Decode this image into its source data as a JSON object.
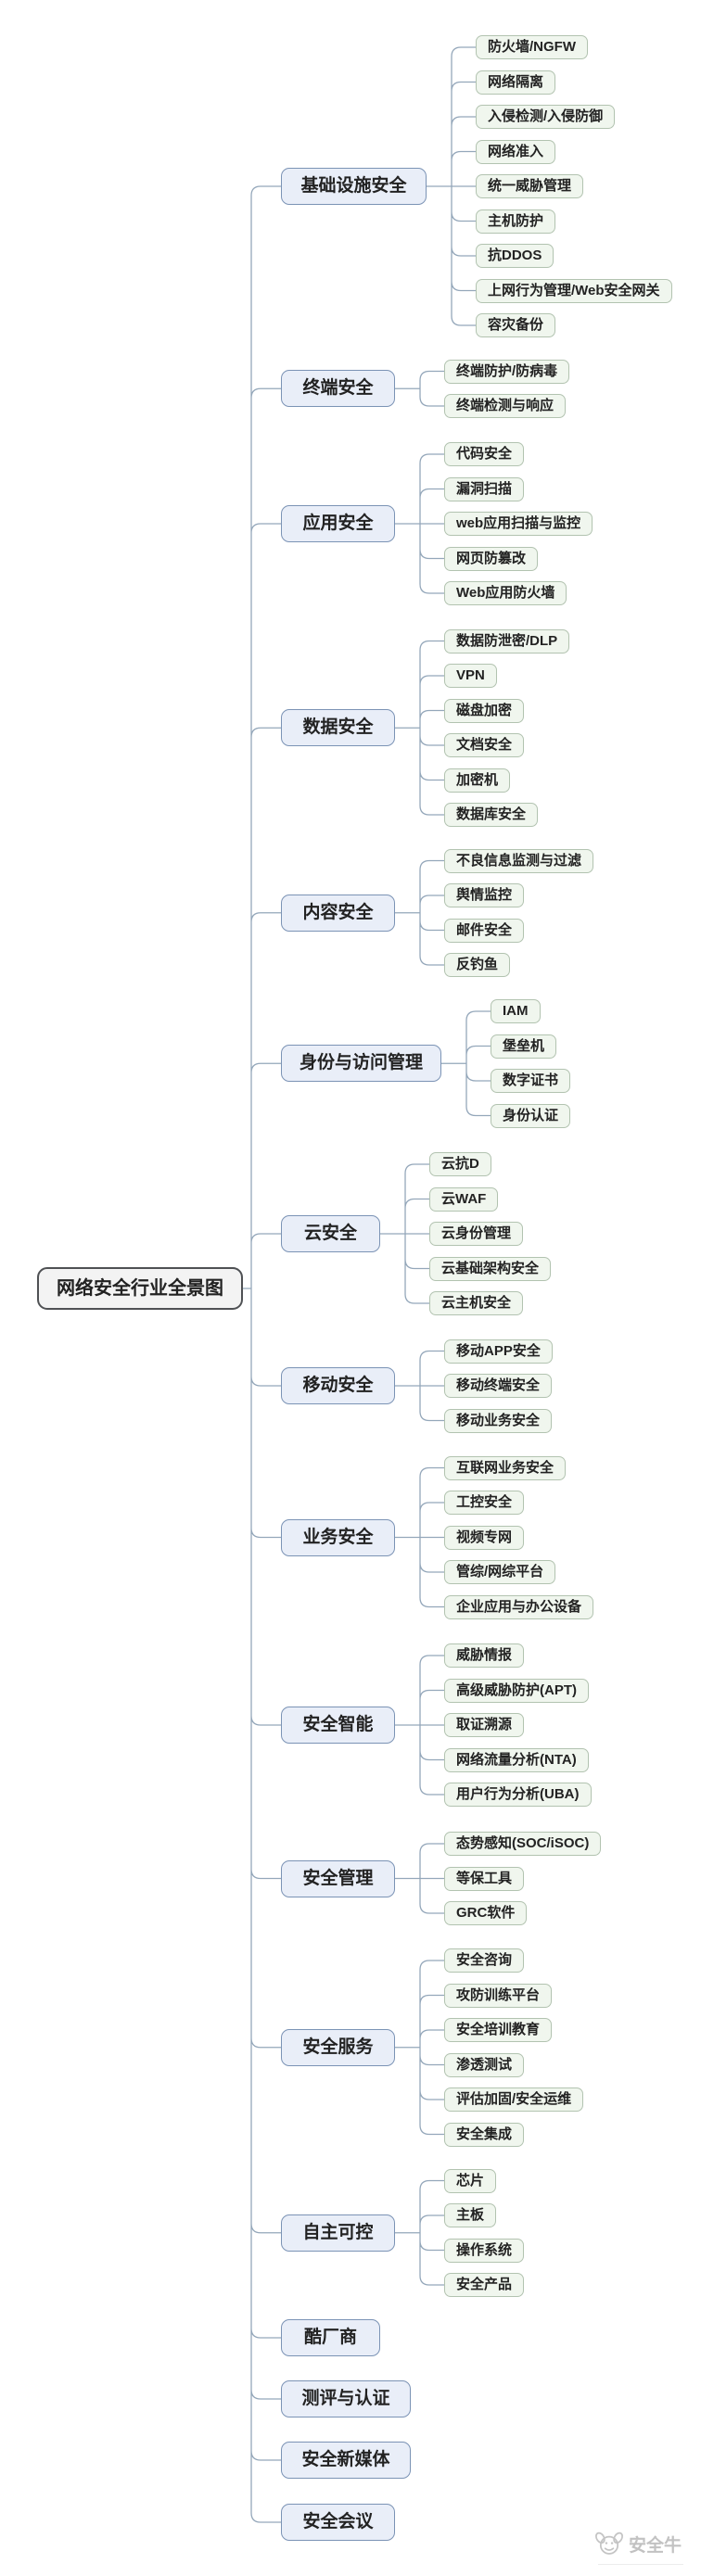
{
  "diagram": {
    "root": {
      "label": "网络安全行业全景图"
    },
    "branches": [
      {
        "label": "基础设施安全",
        "children": [
          "防火墙/NGFW",
          "网络隔离",
          "入侵检测/入侵防御",
          "网络准入",
          "统一威胁管理",
          "主机防护",
          "抗DDOS",
          "上网行为管理/Web安全网关",
          "容灾备份"
        ]
      },
      {
        "label": "终端安全",
        "children": [
          "终端防护/防病毒",
          "终端检测与响应"
        ]
      },
      {
        "label": "应用安全",
        "children": [
          "代码安全",
          "漏洞扫描",
          "web应用扫描与监控",
          "网页防篡改",
          "Web应用防火墙"
        ]
      },
      {
        "label": "数据安全",
        "children": [
          "数据防泄密/DLP",
          "VPN",
          "磁盘加密",
          "文档安全",
          "加密机",
          "数据库安全"
        ]
      },
      {
        "label": "内容安全",
        "children": [
          "不良信息监测与过滤",
          "舆情监控",
          "邮件安全",
          "反钓鱼"
        ]
      },
      {
        "label": "身份与访问管理",
        "children": [
          "IAM",
          "堡垒机",
          "数字证书",
          "身份认证"
        ]
      },
      {
        "label": "云安全",
        "children": [
          "云抗D",
          "云WAF",
          "云身份管理",
          "云基础架构安全",
          "云主机安全"
        ]
      },
      {
        "label": "移动安全",
        "children": [
          "移动APP安全",
          "移动终端安全",
          "移动业务安全"
        ]
      },
      {
        "label": "业务安全",
        "children": [
          "互联网业务安全",
          "工控安全",
          "视频专网",
          "管综/网综平台",
          "企业应用与办公设备"
        ]
      },
      {
        "label": "安全智能",
        "children": [
          "威胁情报",
          "高级威胁防护(APT)",
          "取证溯源",
          "网络流量分析(NTA)",
          "用户行为分析(UBA)"
        ]
      },
      {
        "label": "安全管理",
        "children": [
          "态势感知(SOC/iSOC)",
          "等保工具",
          "GRC软件"
        ]
      },
      {
        "label": "安全服务",
        "children": [
          "安全咨询",
          "攻防训练平台",
          "安全培训教育",
          "渗透测试",
          "评估加固/安全运维",
          "安全集成"
        ]
      },
      {
        "label": "自主可控",
        "children": [
          "芯片",
          "主板",
          "操作系统",
          "安全产品"
        ]
      },
      {
        "label": "酷厂商",
        "children": []
      },
      {
        "label": "测评与认证",
        "children": []
      },
      {
        "label": "安全新媒体",
        "children": []
      },
      {
        "label": "安全会议",
        "children": []
      }
    ]
  },
  "watermark": {
    "label": "安全牛",
    "icon": "cow-logo"
  },
  "colors": {
    "branch_fill": "#e9eef8",
    "branch_border": "#7b93b5",
    "leaf_fill": "#f0f6ee",
    "leaf_border": "#b2c3b0",
    "root_fill": "#f3f3f3",
    "root_border": "#4f5154",
    "line": "#94a7ba",
    "text": "#222222",
    "watermark_text": "#c2c2c2"
  }
}
